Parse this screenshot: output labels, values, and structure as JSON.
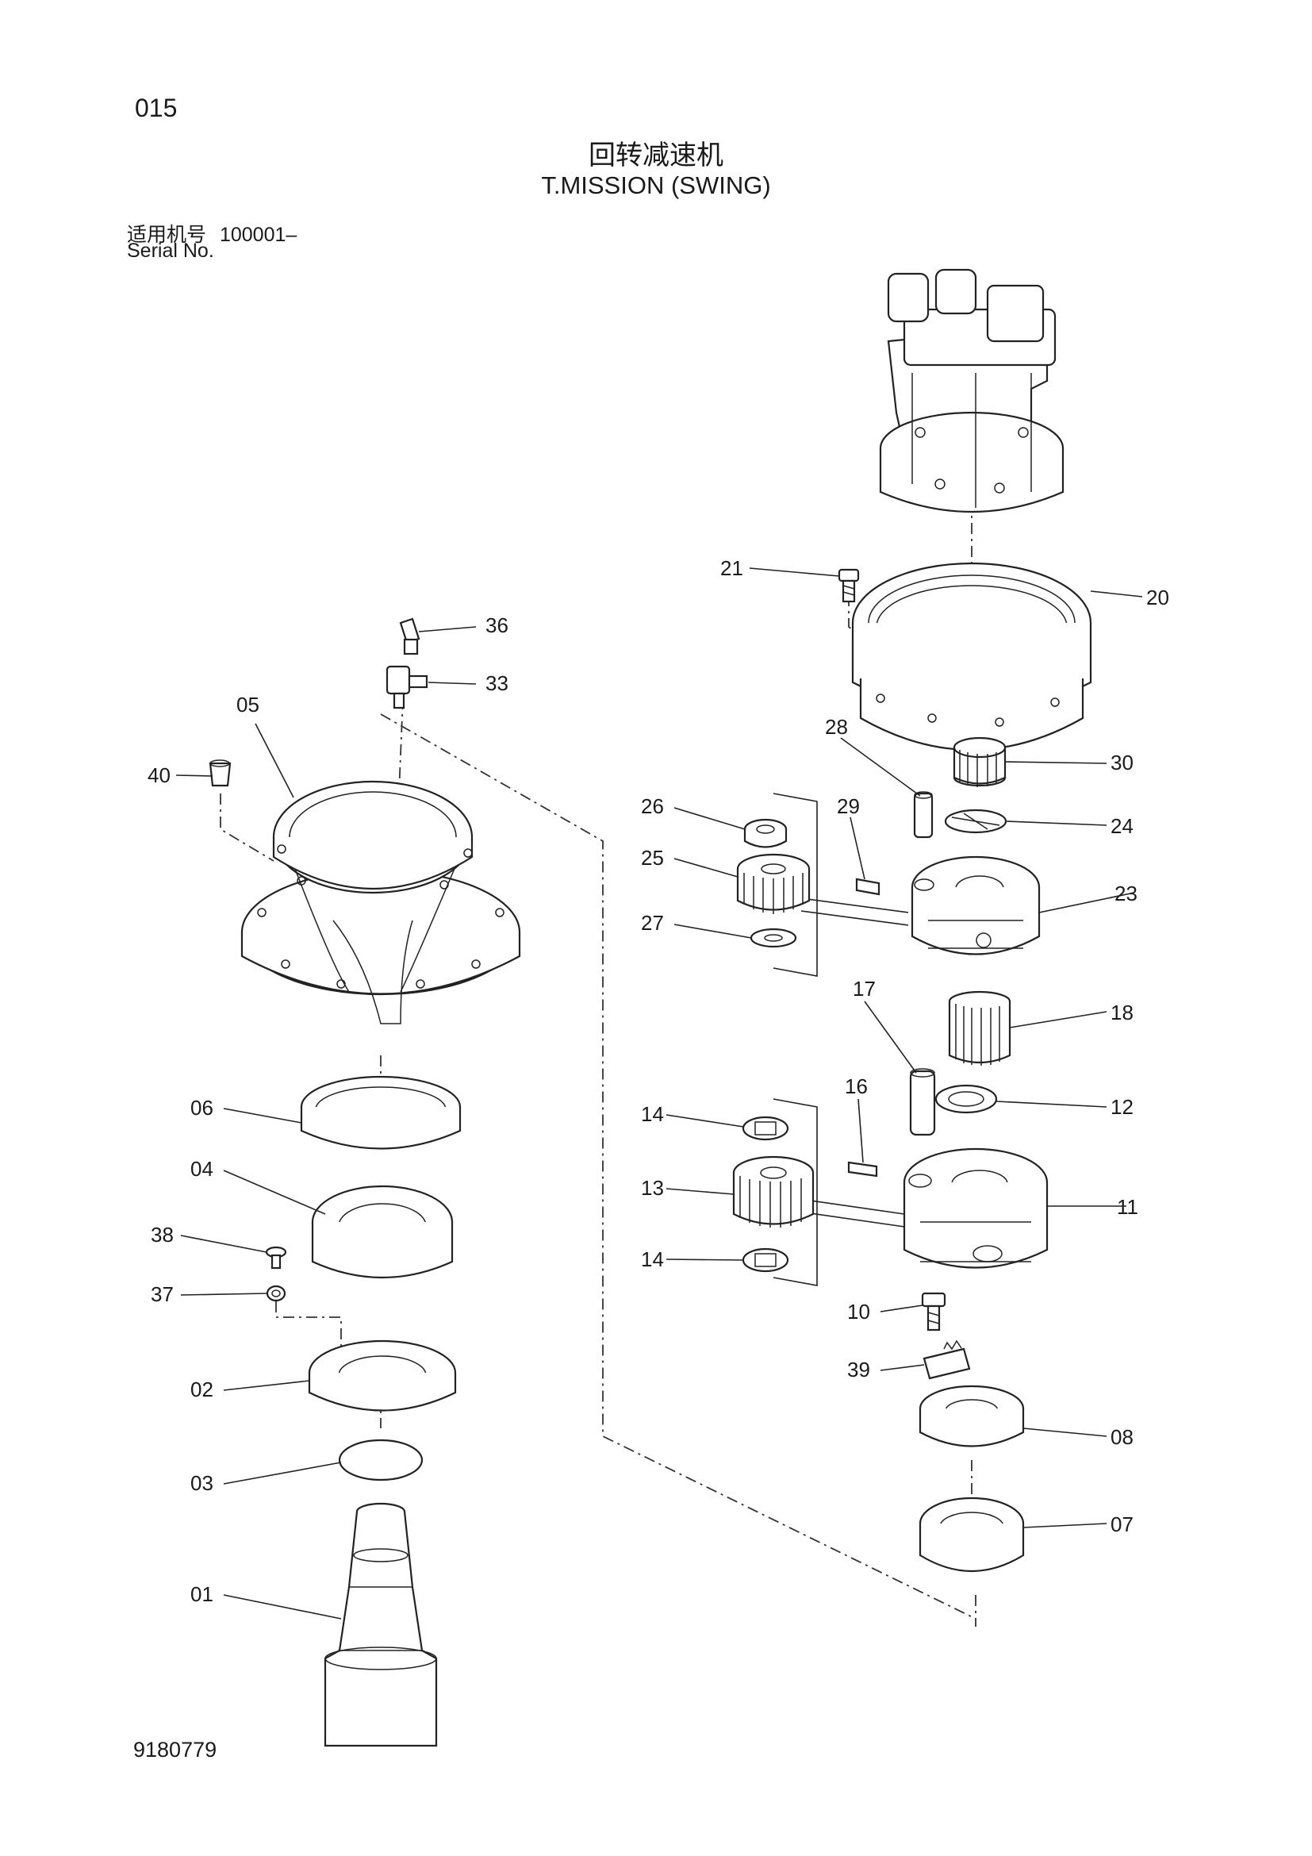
{
  "header": {
    "page_number": "015",
    "title_cn": "回转减速机",
    "title_en": "T.MISSION (SWING)",
    "serial_label_cn": "适用机号",
    "serial_value": "100001–",
    "serial_label_en": "Serial No."
  },
  "footer": {
    "document_number": "9180779"
  },
  "callouts": {
    "p01": "01",
    "p02": "02",
    "p03": "03",
    "p04": "04",
    "p05": "05",
    "p06": "06",
    "p07": "07",
    "p08": "08",
    "p10": "10",
    "p11": "11",
    "p12": "12",
    "p13": "13",
    "p14a": "14",
    "p14b": "14",
    "p16": "16",
    "p17": "17",
    "p18": "18",
    "p20": "20",
    "p21": "21",
    "p23": "23",
    "p24": "24",
    "p25": "25",
    "p26": "26",
    "p27": "27",
    "p28": "28",
    "p29": "29",
    "p30": "30",
    "p33": "33",
    "p36": "36",
    "p37": "37",
    "p38": "38",
    "p39": "39",
    "p40": "40"
  }
}
